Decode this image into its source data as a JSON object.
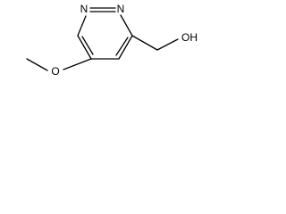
{
  "molecule": {
    "atoms": {
      "n1": "N",
      "n2": "N",
      "o_methoxy": "O",
      "oh": "OH"
    },
    "colors": {
      "bond": "#000000",
      "text": "#000000",
      "background": "#ffffff"
    }
  }
}
